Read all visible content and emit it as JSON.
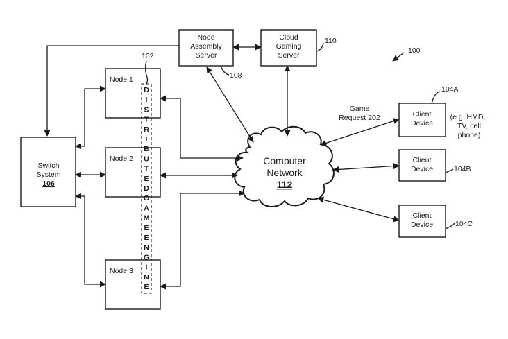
{
  "figure_ref": "100",
  "node_assembly_server": {
    "line1": "Node",
    "line2": "Assembly",
    "line3": "Server",
    "ref": "108"
  },
  "cloud_gaming_server": {
    "line1": "Cloud",
    "line2": "Gaming",
    "line3": "Server",
    "ref": "110"
  },
  "switch_system": {
    "line1": "Switch",
    "line2": "System",
    "ref": "106"
  },
  "nodes": [
    {
      "label": "Node 1"
    },
    {
      "label": "Node 2"
    },
    {
      "label": "Node 3"
    }
  ],
  "distributed_engine": {
    "ref": "102",
    "letters": [
      "D",
      "I",
      "S",
      "T",
      "R",
      "I",
      "B",
      "U",
      "T",
      "E",
      "D",
      "G",
      "A",
      "M",
      "E",
      "E",
      "N",
      "G",
      "I",
      "N",
      "E"
    ]
  },
  "computer_network": {
    "line1": "Computer",
    "line2": "Network",
    "ref": "112"
  },
  "game_request": {
    "line1": "Game",
    "line2": "Request 202"
  },
  "clients": [
    {
      "line1": "Client",
      "line2": "Device",
      "ref": "104A",
      "note": [
        "(e.g. HMD,",
        "TV, cell",
        "phone)"
      ]
    },
    {
      "line1": "Client",
      "line2": "Device",
      "ref": "104B"
    },
    {
      "line1": "Client",
      "line2": "Device",
      "ref": "104C"
    }
  ]
}
